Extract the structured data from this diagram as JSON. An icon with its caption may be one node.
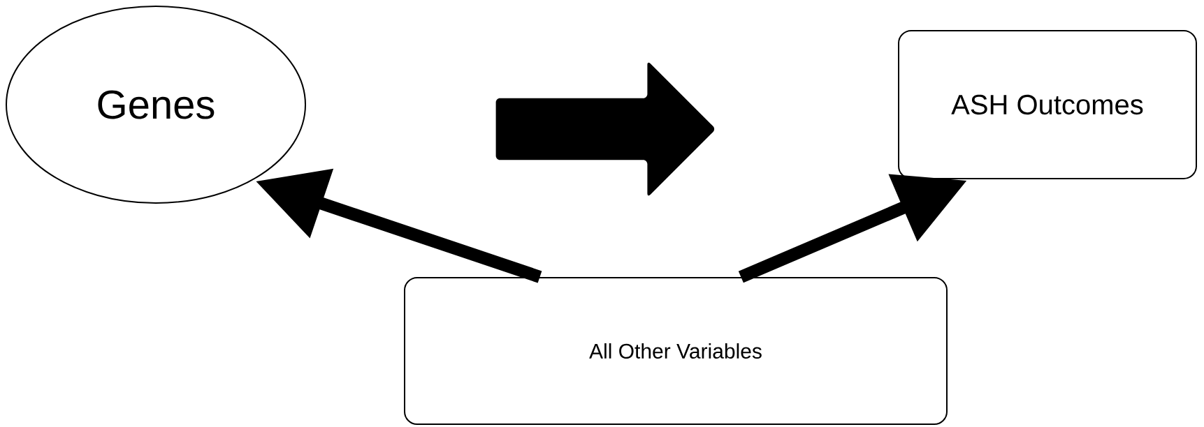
{
  "diagram": {
    "nodes": [
      {
        "text": [
          "Genes"
        ]
      },
      {
        "text": [],
        "shape": "arrow"
      },
      {
        "text": [
          "ASH Outcomes"
        ]
      },
      {
        "text": [
          "All Other Variables"
        ]
      }
    ],
    "edges": [
      {
        "from": 3,
        "to": 0,
        "arrow": "to"
      },
      {
        "from": 3,
        "to": 2,
        "arrow": "to"
      }
    ]
  }
}
